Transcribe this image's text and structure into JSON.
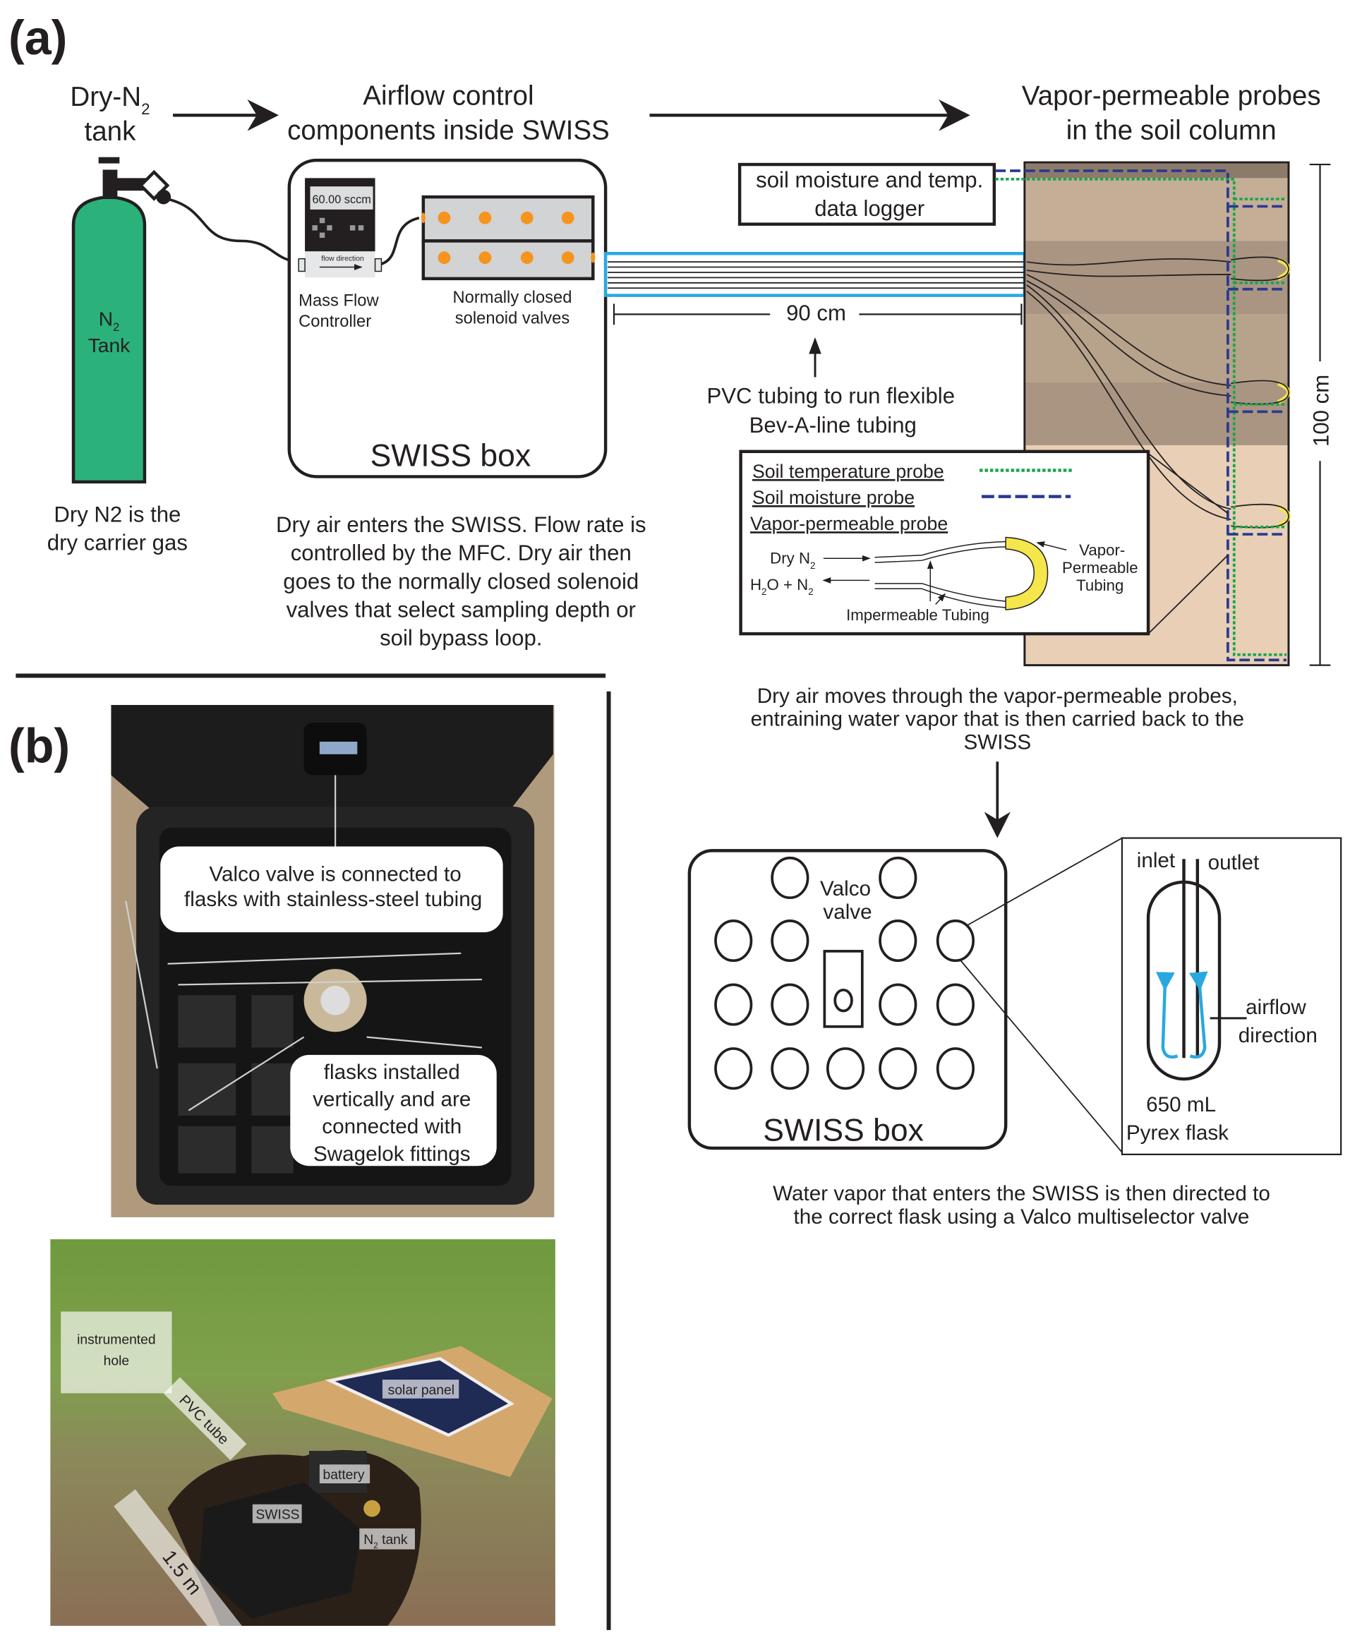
{
  "panel_a": {
    "label": "(a)",
    "tank_heading": {
      "line1_pre": "Dry-N",
      "line1_sub": "2",
      "line2": "tank"
    },
    "airflow_heading": {
      "line1": "Airflow control",
      "line2": "components inside SWISS"
    },
    "probes_heading": {
      "line1": "Vapor-permeable probes",
      "line2": "in the soil column"
    },
    "tank_label": {
      "pre": "N",
      "sub": "2",
      "line2": "Tank"
    },
    "tank_caption": [
      "Dry N2 is the",
      "dry carrier gas"
    ],
    "mfc": {
      "display": "60.00 sccm",
      "flow": "flow direction",
      "label": [
        "Mass Flow",
        "Controller"
      ]
    },
    "solenoid_label": [
      "Normally closed",
      "solenoid valves"
    ],
    "swiss_box_label": "SWISS box",
    "swiss_caption": [
      "Dry air enters the SWISS. Flow rate is",
      "controlled by the MFC. Dry air then",
      "goes to the normally closed solenoid",
      "valves that select sampling depth or",
      "soil bypass loop."
    ],
    "logger_label": [
      "soil moisture and temp.",
      "data logger"
    ],
    "distance_label": "90 cm",
    "pvc_label": [
      "PVC tubing to run flexible",
      "Bev-A-line tubing"
    ],
    "depth_label": "100 cm",
    "legend": {
      "temp": "Soil temperature probe",
      "moisture": "Soil moisture probe",
      "vapor": "Vapor-permeable probe",
      "dry_n2": {
        "pre": "Dry N",
        "sub": "2"
      },
      "h2o_n2": {
        "a": "H",
        "s1": "2",
        "b": "O + N",
        "s2": "2"
      },
      "vp_tubing": [
        "Vapor-",
        "Permeable",
        "Tubing"
      ],
      "imp_tubing": "Impermeable Tubing"
    },
    "colors": {
      "temp_probe": "#1aa54b",
      "moisture_probe": "#2b3990",
      "vp_tubing": "#f5e64b",
      "tank": "#2bb17a",
      "pvc": "#29a8e0",
      "valve_dot": "#f7941d"
    },
    "vapor_caption": [
      "Dry air moves through the vapor-permeable probes,",
      "entraining water vapor that is then carried back to the",
      "SWISS"
    ],
    "swiss2": {
      "valco": [
        "Valco",
        "valve"
      ],
      "label": "SWISS box"
    },
    "flask": {
      "inlet": "inlet",
      "outlet": "outlet",
      "airflow": [
        "airflow",
        "direction"
      ],
      "volume": [
        "650 mL",
        "Pyrex flask"
      ]
    },
    "valco_caption": [
      "Water vapor that enters the SWISS is then directed to",
      "the correct flask using a Valco multiselector valve"
    ]
  },
  "panel_b": {
    "label": "(b)",
    "photo1_callouts": {
      "valco": [
        "Valco valve is connected to",
        "flasks with stainless-steel tubing"
      ],
      "flasks": [
        "flasks installed",
        "vertically and are",
        "connected with",
        "Swagelok fittings"
      ]
    },
    "photo2_labels": {
      "hole": [
        "instrumented",
        "hole"
      ],
      "pvc": "PVC tube",
      "solar": "solar panel",
      "battery": "battery",
      "swiss": "SWISS",
      "n2": {
        "pre": "N",
        "sub": "2",
        "post": " tank"
      },
      "scale": "1.5 m"
    }
  }
}
